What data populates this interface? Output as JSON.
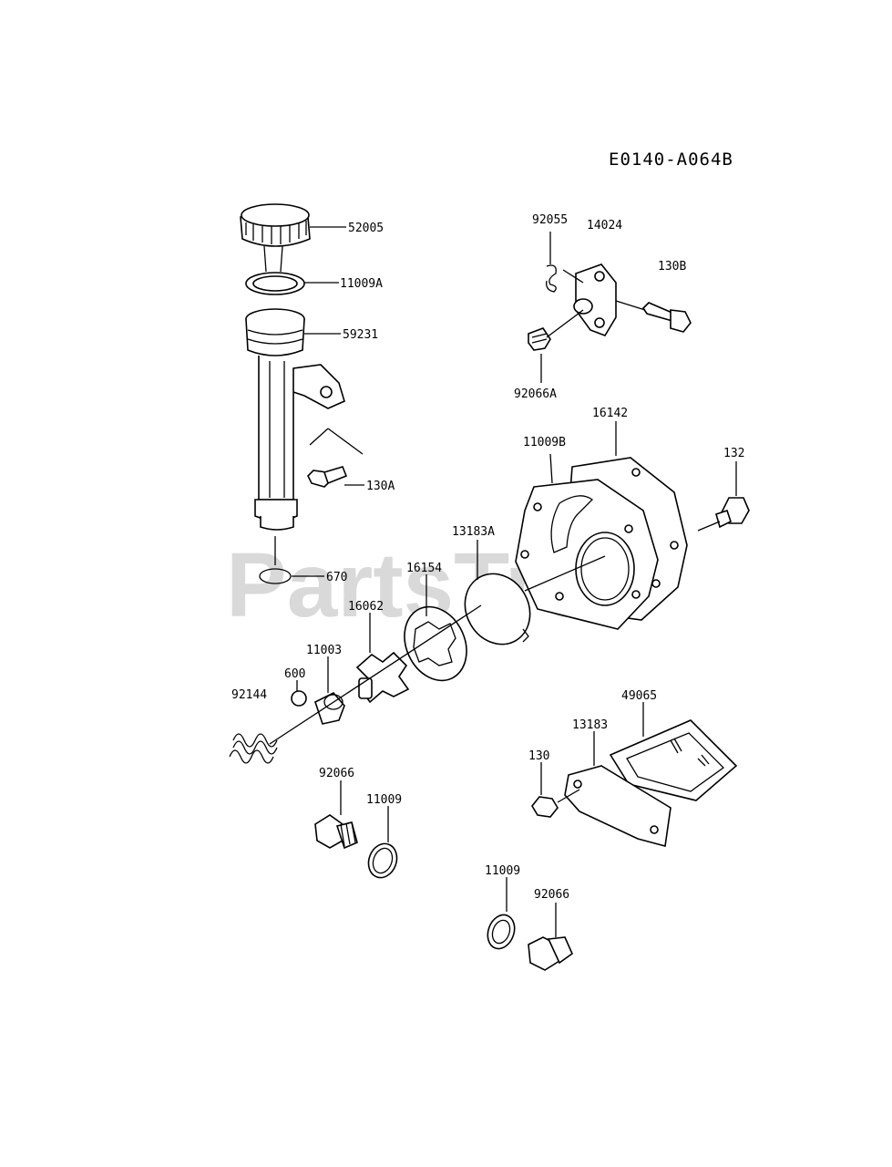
{
  "diagram_code": "E0140-A064B",
  "watermark": {
    "text": "PartsTree",
    "mark": "TM"
  },
  "callouts": [
    {
      "id": "c-52005",
      "text": "52005"
    },
    {
      "id": "c-11009a",
      "text": "11009A"
    },
    {
      "id": "c-59231",
      "text": "59231"
    },
    {
      "id": "c-130a",
      "text": "130A"
    },
    {
      "id": "c-670",
      "text": "670"
    },
    {
      "id": "c-92055",
      "text": "92055"
    },
    {
      "id": "c-14024",
      "text": "14024"
    },
    {
      "id": "c-130b",
      "text": "130B"
    },
    {
      "id": "c-92066a",
      "text": "92066A"
    },
    {
      "id": "c-16142",
      "text": "16142"
    },
    {
      "id": "c-11009b",
      "text": "11009B"
    },
    {
      "id": "c-132",
      "text": "132"
    },
    {
      "id": "c-13183a",
      "text": "13183A"
    },
    {
      "id": "c-16154",
      "text": "16154"
    },
    {
      "id": "c-16062",
      "text": "16062"
    },
    {
      "id": "c-11003",
      "text": "11003"
    },
    {
      "id": "c-600",
      "text": "600"
    },
    {
      "id": "c-92144",
      "text": "92144"
    },
    {
      "id": "c-92066-left",
      "text": "92066"
    },
    {
      "id": "c-11009-left",
      "text": "11009"
    },
    {
      "id": "c-49065",
      "text": "49065"
    },
    {
      "id": "c-13183",
      "text": "13183"
    },
    {
      "id": "c-130",
      "text": "130"
    },
    {
      "id": "c-11009-bottom",
      "text": "11009"
    },
    {
      "id": "c-92066-bottom",
      "text": "92066"
    }
  ]
}
